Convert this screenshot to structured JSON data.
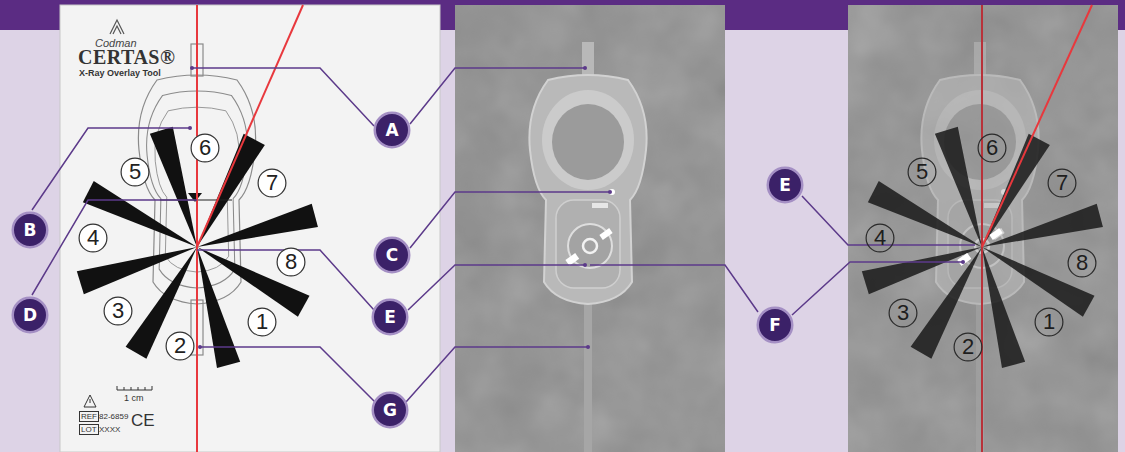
{
  "diagram": {
    "nodes": [
      {
        "text": [
          "A"
        ]
      },
      {
        "text": [
          "B"
        ]
      },
      {
        "text": [
          "C"
        ]
      },
      {
        "text": [
          "E"
        ]
      },
      {
        "text": [
          "D"
        ]
      },
      {
        "text": [
          "E"
        ]
      },
      {
        "text": [
          "F"
        ]
      },
      {
        "text": [
          "G"
        ]
      },
      {
        "text": [
          "6"
        ]
      },
      {
        "text": [
          "5"
        ]
      },
      {
        "text": [
          "7"
        ]
      },
      {
        "text": [
          "4"
        ]
      },
      {
        "text": [
          "8"
        ]
      },
      {
        "text": [
          "3"
        ]
      },
      {
        "text": [
          "1"
        ]
      },
      {
        "text": [
          "2"
        ]
      },
      {
        "text": [
          "6"
        ]
      },
      {
        "text": [
          "5"
        ]
      },
      {
        "text": [
          "7"
        ]
      },
      {
        "text": [
          "4"
        ]
      },
      {
        "text": [
          "8"
        ]
      },
      {
        "text": [
          "3"
        ]
      },
      {
        "text": [
          "1"
        ]
      },
      {
        "text": [
          "2"
        ]
      }
    ],
    "labels": [
      "Codman",
      "CERTAS®",
      "X-Ray Overlay Tool",
      "1 cm",
      "REF",
      "82-6859",
      "LOT",
      "XXXX",
      "CE"
    ]
  }
}
